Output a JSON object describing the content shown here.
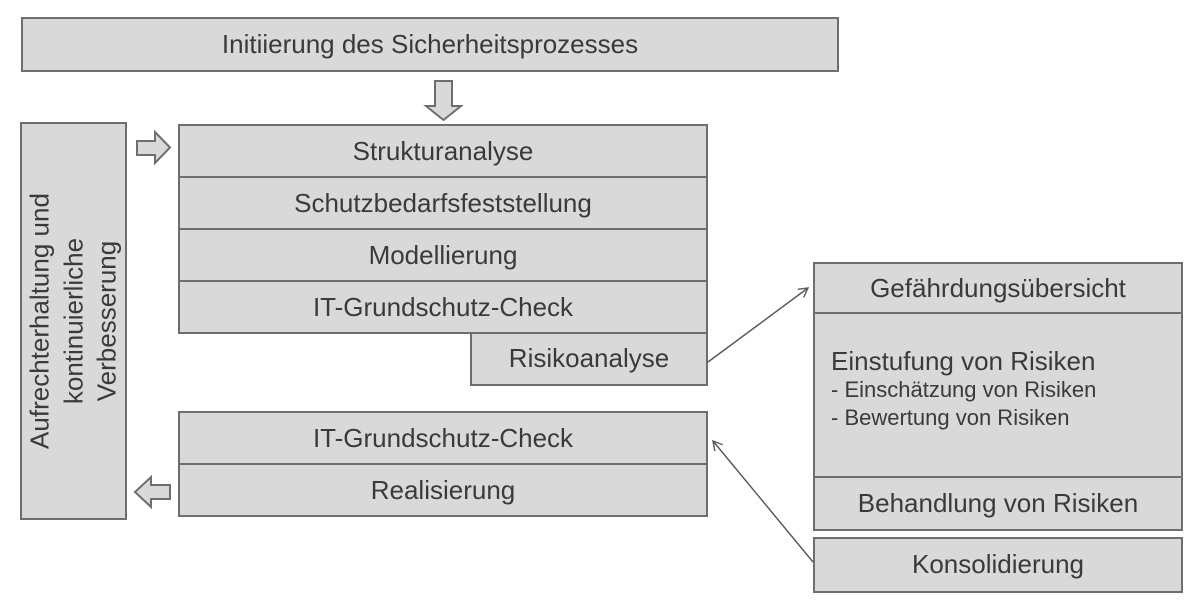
{
  "diagram": {
    "initiation_box": "Initiierung des Sicherheitsprozesses",
    "left_box": {
      "line1": "Aufrechterhaltung und",
      "line2": "kontinuierliche",
      "line3": "Verbesserung"
    },
    "upper_stack": {
      "row1": "Strukturanalyse",
      "row2": "Schutzbedarfsfeststellung",
      "row3": "Modellierung",
      "row4": "IT-Grundschutz-Check"
    },
    "risk_box": "Risikoanalyse",
    "lower_stack": {
      "row1": "IT-Grundschutz-Check",
      "row2": "Realisierung"
    },
    "right_column": {
      "hazard_overview": "Gefährdungsübersicht",
      "classification_title": "Einstufung von Risiken",
      "classification_item1": "- Einschätzung von Risiken",
      "classification_item2": "- Bewertung von Risiken",
      "treatment": "Behandlung von Risiken",
      "consolidation": "Konsolidierung"
    },
    "colors": {
      "box_fill": "#d9d9d9",
      "box_border": "#6e6e6e",
      "text": "#3a3a3a",
      "connector_line": "#5a5a5a"
    }
  }
}
